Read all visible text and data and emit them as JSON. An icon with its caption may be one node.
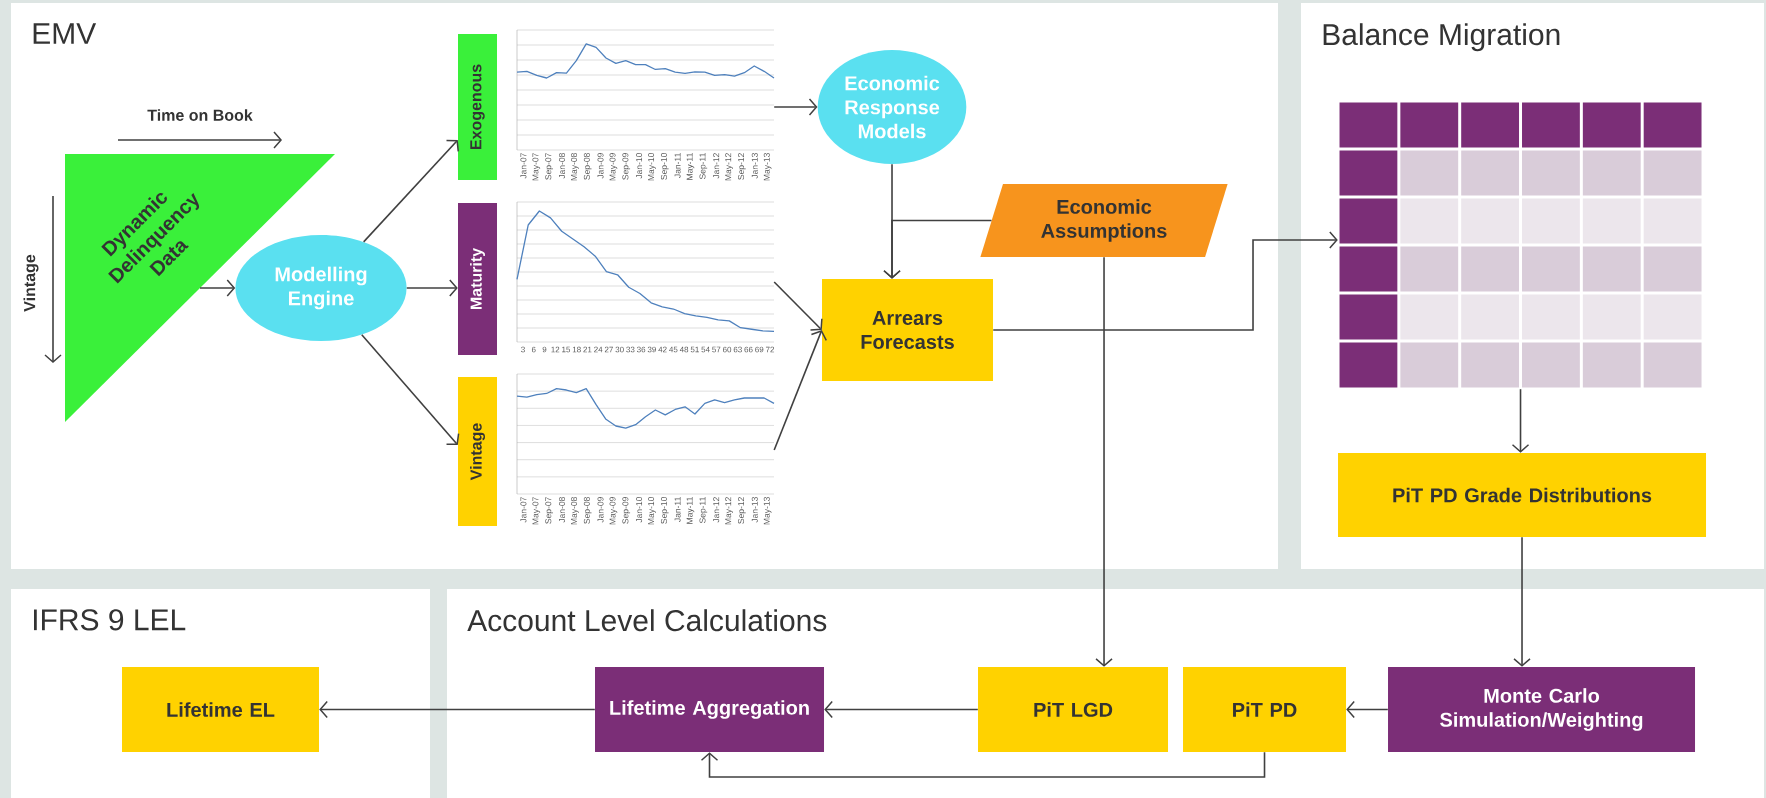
{
  "diagram": {
    "nodes": [
      {
        "text": [
          "EMV"
        ]
      },
      {
        "text": [
          "Dynamic Delinquency Data"
        ],
        "in": 0
      },
      {
        "text": [
          "Modelling Engine"
        ],
        "in": 0
      },
      {
        "text": [
          "Exogenous"
        ],
        "in": 0
      },
      {
        "text": [],
        "shape": "picture",
        "in": 0,
        "beside": [
          "Jan-07",
          "May-07",
          "Sep-07",
          "Jan-08",
          "May-08",
          "Sep-08",
          "Jan-09",
          "May-09",
          "Sep-09",
          "Jan-10",
          "May-10",
          "Sep-10",
          "Jan-11",
          "May-11",
          "Sep-11",
          "Jan-12",
          "May-12",
          "Sep-12",
          "Jan-13",
          "May-13"
        ]
      },
      {
        "text": [
          "Maturity"
        ],
        "in": 0
      },
      {
        "text": [],
        "shape": "picture",
        "in": 0,
        "beside": [
          "3",
          "6",
          "9",
          "12",
          "15",
          "18",
          "21",
          "24",
          "27",
          "30",
          "33",
          "36",
          "39",
          "42",
          "45",
          "48",
          "51",
          "54",
          "57",
          "60",
          "63",
          "66",
          "69",
          "72"
        ]
      },
      {
        "text": [
          "Vintage"
        ],
        "in": 0
      },
      {
        "text": [],
        "shape": "picture",
        "in": 0,
        "beside": [
          "Jan-07",
          "May-07",
          "Sep-07",
          "Jan-08",
          "May-08",
          "Sep-08",
          "Jan-09",
          "May-09",
          "Sep-09",
          "Jan-10",
          "May-10",
          "Sep-10",
          "Jan-11",
          "May-11",
          "Sep-11",
          "Jan-12",
          "May-12",
          "Sep-12",
          "Jan-13",
          "May-13"
        ]
      },
      {
        "text": [
          "Economic Response Models"
        ],
        "in": 0
      },
      {
        "text": [
          "Economic Assumptions"
        ],
        "in": 0
      },
      {
        "text": [
          "Arrears Forecasts"
        ],
        "in": 0
      },
      {
        "text": [
          "Balance Migration"
        ]
      },
      {
        "text": [],
        "shape": "picture",
        "in": 12
      },
      {
        "text": [
          "PiT PD Grade Distributions"
        ],
        "in": 12
      },
      {
        "text": [
          "IFRS 9 LEL"
        ]
      },
      {
        "text": [
          "Lifetime EL"
        ],
        "in": 15
      },
      {
        "text": [
          "Account Level Calculations"
        ]
      },
      {
        "text": [
          "Lifetime Aggregation"
        ],
        "in": 17
      },
      {
        "text": [
          "PiT LGD"
        ],
        "in": 17
      },
      {
        "text": [
          "PiT PD"
        ],
        "in": 17
      },
      {
        "text": [
          "Monte Carlo Simulation/Weighting"
        ],
        "in": 17
      }
    ],
    "edges": [
      {
        "from": 1,
        "to": 2,
        "arrow": "to"
      },
      {
        "from": 2,
        "to": 3,
        "arrow": "to"
      },
      {
        "from": 2,
        "to": 5,
        "arrow": "to"
      },
      {
        "from": 2,
        "to": 7,
        "arrow": "to"
      },
      {
        "from": 4,
        "to": 9,
        "arrow": "to"
      },
      {
        "from": 6,
        "to": 11,
        "arrow": "to"
      },
      {
        "from": 8,
        "to": 11,
        "arrow": "to"
      },
      {
        "from": 9,
        "to": 11,
        "arrow": "to"
      },
      {
        "from": 10,
        "to": 11,
        "arrow": "to"
      },
      {
        "from": 10,
        "to": 19,
        "arrow": "to"
      },
      {
        "from": 11,
        "to": 13,
        "arrow": "to"
      },
      {
        "from": 13,
        "to": 14,
        "arrow": "to"
      },
      {
        "from": 14,
        "to": 21,
        "arrow": "to"
      },
      {
        "from": 21,
        "to": 20,
        "arrow": "to"
      },
      {
        "from": 19,
        "to": 18,
        "arrow": "to"
      },
      {
        "from": 20,
        "to": 18,
        "arrow": "to"
      },
      {
        "from": 18,
        "to": 16,
        "arrow": "to"
      }
    ],
    "labels": [
      "Time on Book",
      "Vintage"
    ]
  }
}
